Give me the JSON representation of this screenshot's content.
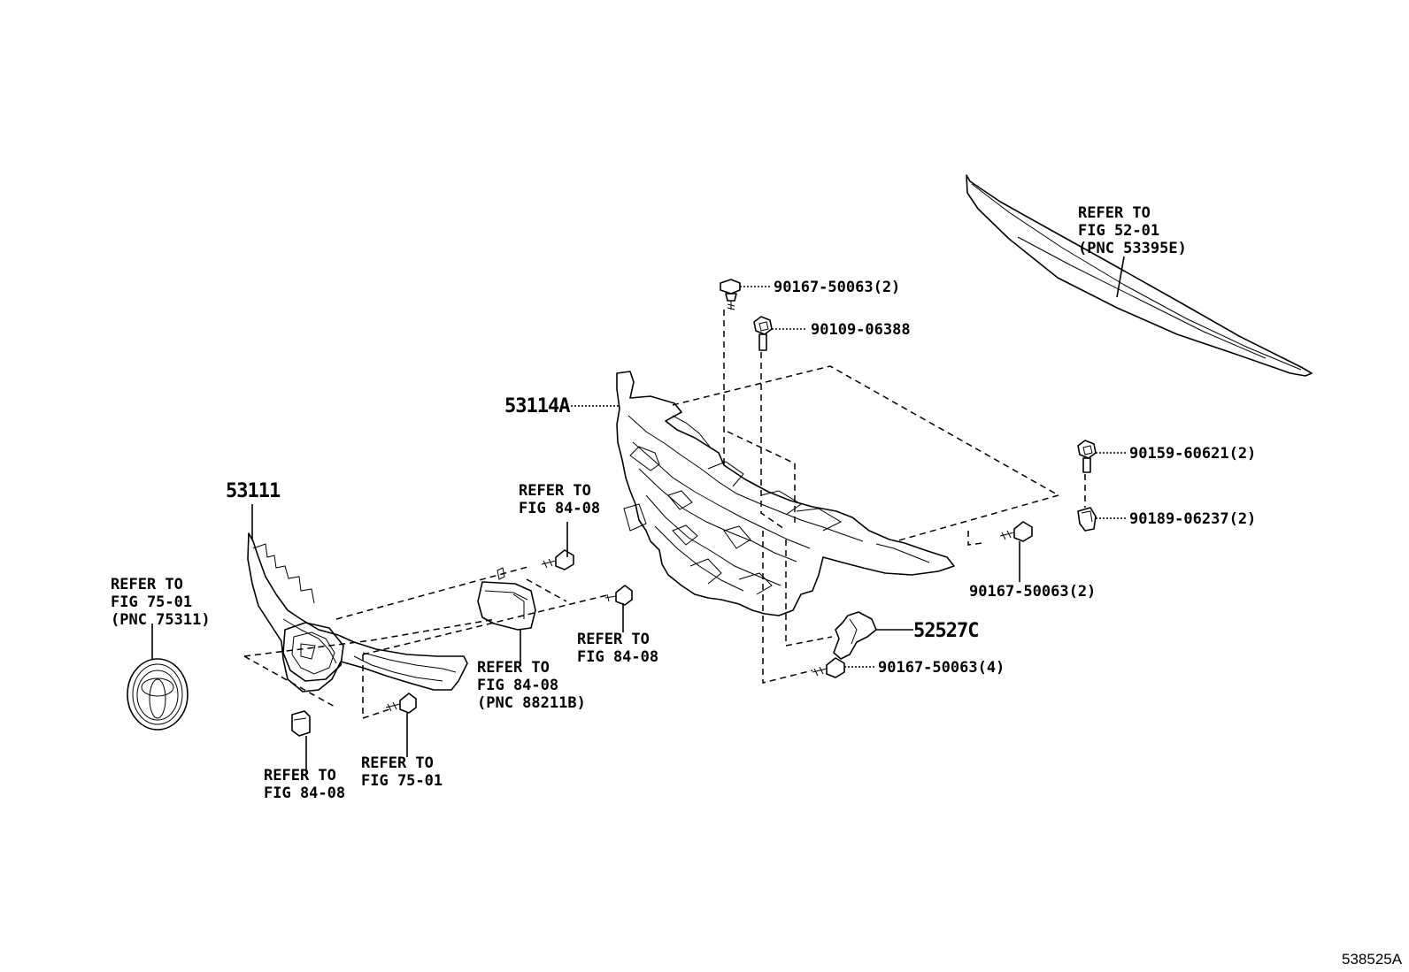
{
  "diagram_id": "538525A",
  "labels": {
    "radiator_support_grille": "53114A",
    "radiator_grille": "53111",
    "bracket_52527c": "52527C",
    "screw_top": "90167-50063(2)",
    "bolt_top": "90109-06388",
    "screw_right_upper": "90159-60621(2)",
    "clip_right": "90189-06237(2)",
    "screw_right_lower": "90167-50063(2)",
    "screw_bottom": "90167-50063(4)"
  },
  "refer": {
    "molding": [
      "REFER TO",
      "FIG 52-01",
      "(PNC 53395E)"
    ],
    "emblem": [
      "REFER TO",
      "FIG 75-01",
      "(PNC 75311)"
    ],
    "bolt_upper": [
      "REFER TO",
      "FIG 84-08"
    ],
    "bolt_mid": [
      "REFER TO",
      "FIG 84-08"
    ],
    "sensor": [
      "REFER TO",
      "FIG 84-08",
      "(PNC 88211B)"
    ],
    "nut_bottom": [
      "REFER TO",
      "FIG 84-08"
    ],
    "screw_bottom": [
      "REFER TO",
      "FIG 75-01"
    ]
  }
}
